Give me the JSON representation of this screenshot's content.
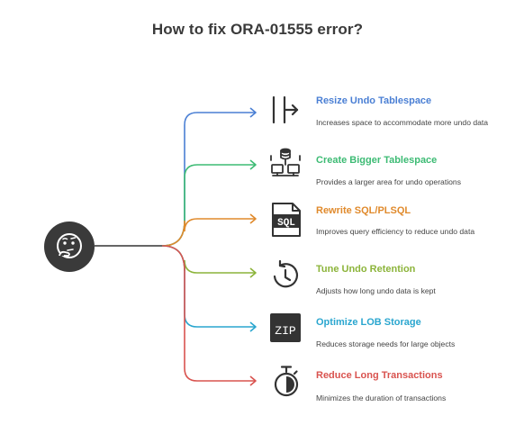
{
  "title": "How to fix ORA-01555 error?",
  "center_icon": "thinking-face-icon",
  "branches": [
    {
      "title": "Resize Undo Tablespace",
      "description": "Increases space to accommodate more undo data",
      "color": "#4a7fd4",
      "icon": "resize-columns-icon"
    },
    {
      "title": "Create Bigger Tablespace",
      "description": "Provides a larger area for undo operations",
      "color": "#3dbb74",
      "icon": "database-network-icon"
    },
    {
      "title": "Rewrite SQL/PLSQL",
      "description": "Improves query efficiency to reduce undo data",
      "color": "#e08a2c",
      "icon": "sql-file-icon",
      "icon_text": "SQL"
    },
    {
      "title": "Tune Undo Retention",
      "description": "Adjusts how long undo data is kept",
      "color": "#8cb43a",
      "icon": "clock-history-icon"
    },
    {
      "title": "Optimize LOB Storage",
      "description": "Reduces storage needs for large objects",
      "color": "#2aa6cf",
      "icon": "zip-file-icon",
      "icon_text": "ZIP"
    },
    {
      "title": "Reduce Long Transactions",
      "description": "Minimizes the duration of transactions",
      "color": "#d9534f",
      "icon": "stopwatch-icon"
    }
  ]
}
